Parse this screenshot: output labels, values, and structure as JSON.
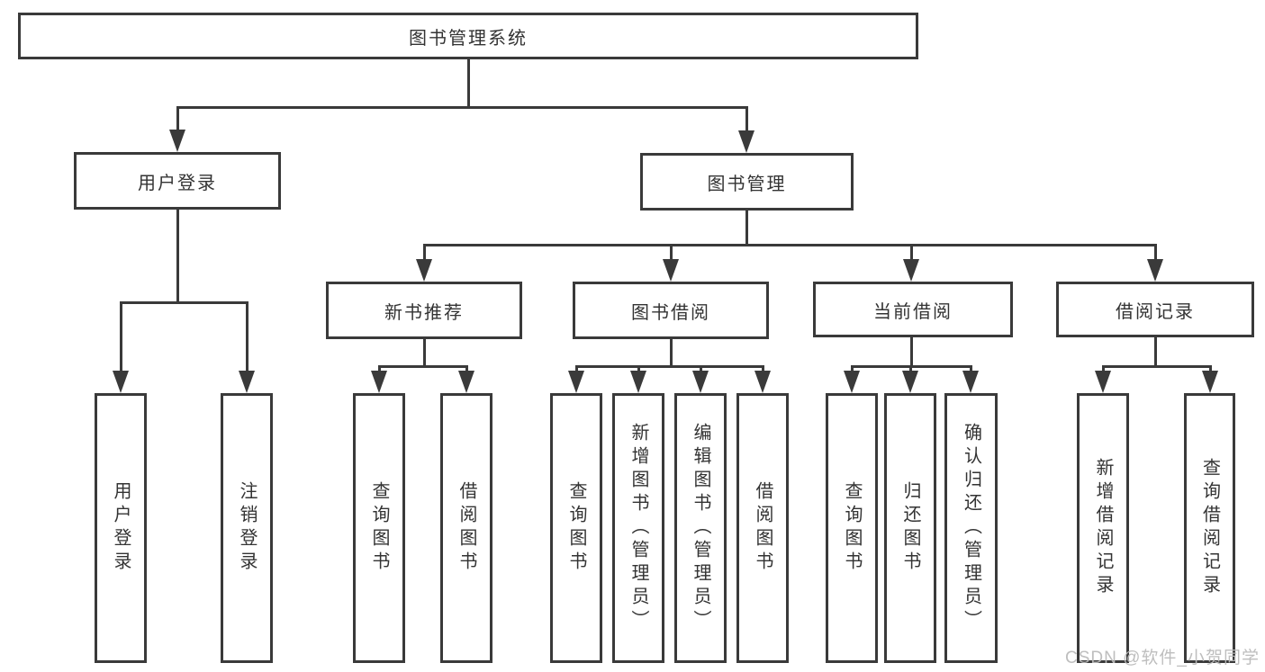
{
  "diagram": {
    "title": "图书管理系统",
    "level2": {
      "user_login": "用户登录",
      "book_management": "图书管理"
    },
    "level3": {
      "new_book_recommend": "新书推荐",
      "book_borrow": "图书借阅",
      "current_borrow": "当前借阅",
      "borrow_record": "借阅记录"
    },
    "leaves": {
      "user": [
        "用户登录",
        "注销登录"
      ],
      "recommend": [
        "查询图书",
        "借阅图书"
      ],
      "borrow": [
        "查询图书",
        "新增图书（管理员）",
        "编辑图书（管理员）",
        "借阅图书"
      ],
      "current": [
        "查询图书",
        "归还图书",
        "确认归还（管理员）"
      ],
      "record": [
        "新增借阅记录",
        "查询借阅记录"
      ]
    },
    "colors": {
      "line": "#3a3a3a",
      "text": "#333333",
      "background": "#ffffff",
      "watermark": "#bababa"
    },
    "watermark": "CSDN @软件_小贺同学"
  }
}
